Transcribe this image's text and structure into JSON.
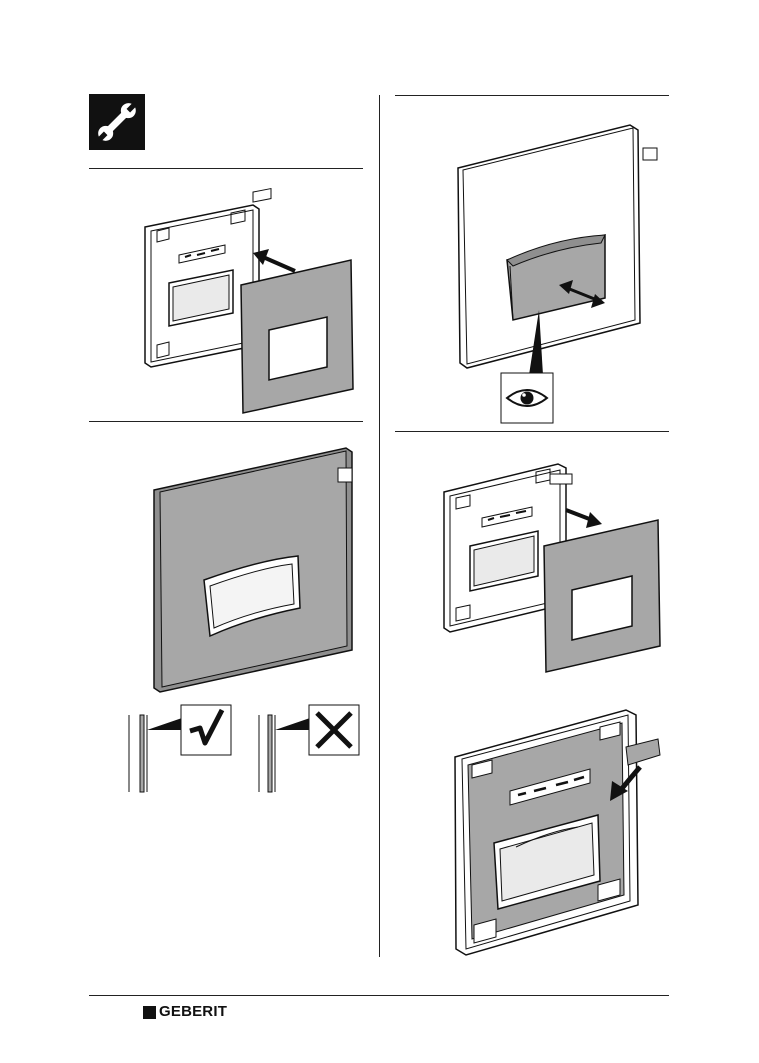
{
  "brand": {
    "name": "GEBERIT"
  },
  "colors": {
    "panel_fill": "#a7a7a7",
    "panel_dark": "#8f8f8f",
    "ink": "#111111",
    "paper": "#ffffff"
  },
  "icons": {
    "tool": "wrench-icon",
    "inspect": "eye-icon",
    "correct": "check-icon",
    "incorrect": "cross-icon"
  },
  "steps": [
    {
      "id": "step-1",
      "action": "attach-cover-plate"
    },
    {
      "id": "step-2",
      "action": "inspect-button-gap"
    },
    {
      "id": "step-3",
      "action": "check-flush-mounting"
    },
    {
      "id": "step-4",
      "action": "remove-cover-plate"
    },
    {
      "id": "step-5",
      "action": "peel-protective-film"
    }
  ]
}
